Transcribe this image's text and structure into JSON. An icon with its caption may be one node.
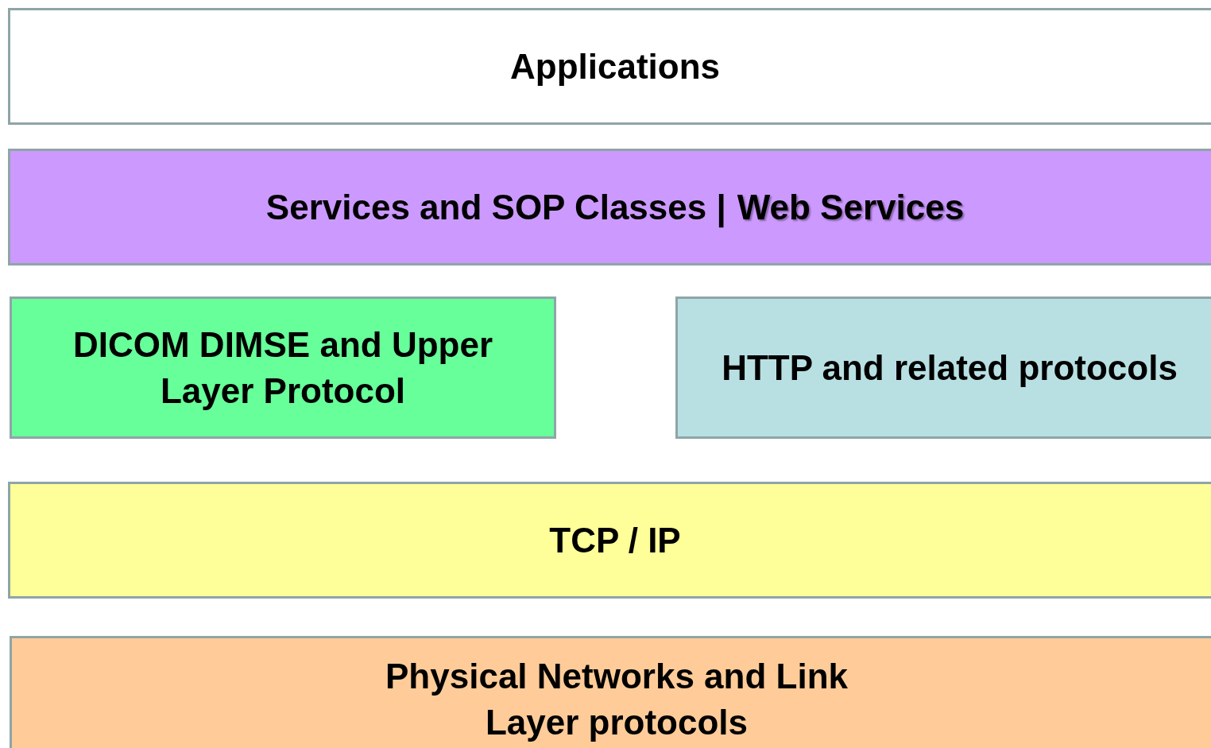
{
  "diagram": {
    "nodes": [
      {
        "text": [
          "Applications"
        ]
      },
      {
        "text": [
          "Services and SOP Classes |",
          "Web Services"
        ]
      },
      {
        "text": [
          "DICOM DIMSE and Upper Layer Protocol"
        ]
      },
      {
        "text": [
          "HTTP and related protocols"
        ]
      },
      {
        "text": [
          "TCP / IP"
        ]
      },
      {
        "text": [
          "Physical Networks and Link Layer protocols"
        ]
      }
    ]
  }
}
